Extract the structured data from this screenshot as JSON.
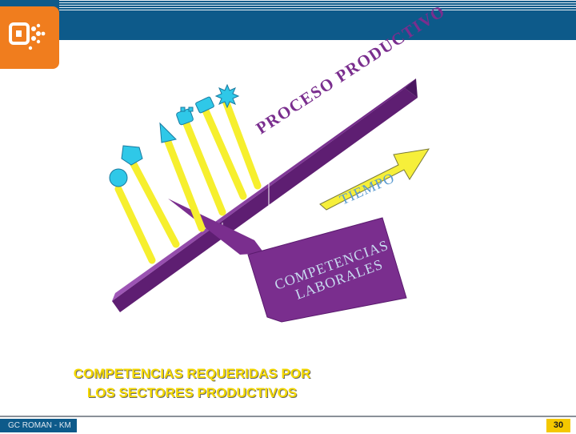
{
  "diagram": {
    "beam_label": "PROCESO PRODUCTIVO",
    "arrow_label": "TIEMPO",
    "bubble_label_line1": "COMPETENCIAS",
    "bubble_label_line2": "LABORALES"
  },
  "caption": {
    "line1": "COMPETENCIAS REQUERIDAS POR",
    "line2": "LOS SECTORES PRODUCTIVOS"
  },
  "footer": {
    "author": "GC ROMAN - KM",
    "page_number": "30"
  },
  "colors": {
    "header_blue": "#0d5a8a",
    "logo_orange": "#f07d1e",
    "beam_purple": "#7a2e8e",
    "ray_yellow": "#f6ef2e",
    "shape_cyan": "#2fc8e8",
    "arrow_yellow": "#f6ef3a",
    "caption_yellow": "#f4d800",
    "page_badge": "#f4c800"
  },
  "icons": [
    "logo-mark-icon",
    "circle-shape-icon",
    "diamond-shape-icon",
    "triangle-shape-icon",
    "gear-shape-icon",
    "square-shape-icon",
    "star-shape-icon"
  ]
}
